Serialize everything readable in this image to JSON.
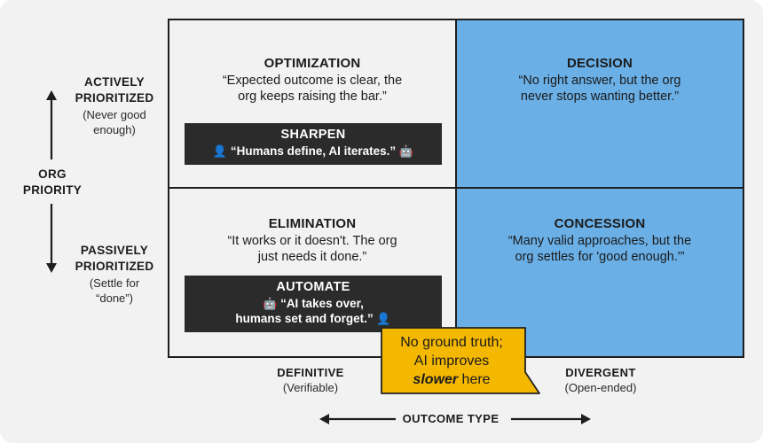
{
  "y_axis": {
    "top_label": [
      "ACTIVELY",
      "PRIORITIZED"
    ],
    "top_sub": [
      "(Never good",
      "enough)"
    ],
    "title": [
      "ORG",
      "PRIORITY"
    ],
    "bottom_label": [
      "PASSIVELY",
      "PRIORITIZED"
    ],
    "bottom_sub": [
      "(Settle for",
      "“done”)"
    ]
  },
  "x_axis": {
    "left_label": "DEFINITIVE",
    "left_sub": "(Verifiable)",
    "right_label": "DIVERGENT",
    "right_sub": "(Open-ended)",
    "title": "OUTCOME TYPE"
  },
  "quadrants": {
    "top_left": {
      "title": "OPTIMIZATION",
      "quote": [
        "“Expected outcome is clear, the",
        "org keeps raising the bar.”"
      ],
      "action": {
        "title": "SHARPEN",
        "line": "“Humans define, AI iterates.”"
      }
    },
    "top_right": {
      "title": "DECISION",
      "quote": [
        "“No right answer, but the org",
        "never stops wanting better.”"
      ]
    },
    "bottom_left": {
      "title": "ELIMINATION",
      "quote": [
        "“It works or it doesn't. The org",
        "just needs it done.”"
      ],
      "action": {
        "title": "AUTOMATE",
        "line1": "“AI takes over,",
        "line2": "humans set and forget.”"
      }
    },
    "bottom_right": {
      "title": "CONCESSION",
      "quote": [
        "“Many valid approaches, but the",
        "org settles for 'good enough.'”"
      ]
    }
  },
  "callout": {
    "line1": "No ground truth;",
    "line2": "AI improves",
    "emphasis": "slower",
    "line3_rest": " here"
  },
  "icons": {
    "person": "person-emoji",
    "robot": "robot-emoji"
  },
  "colors": {
    "blue_quadrant": "#6aafe6",
    "grey_quadrant": "#f2f2f2",
    "action_box": "#2b2b2b",
    "callout_fill": "#f5b800",
    "callout_border": "#222222"
  }
}
